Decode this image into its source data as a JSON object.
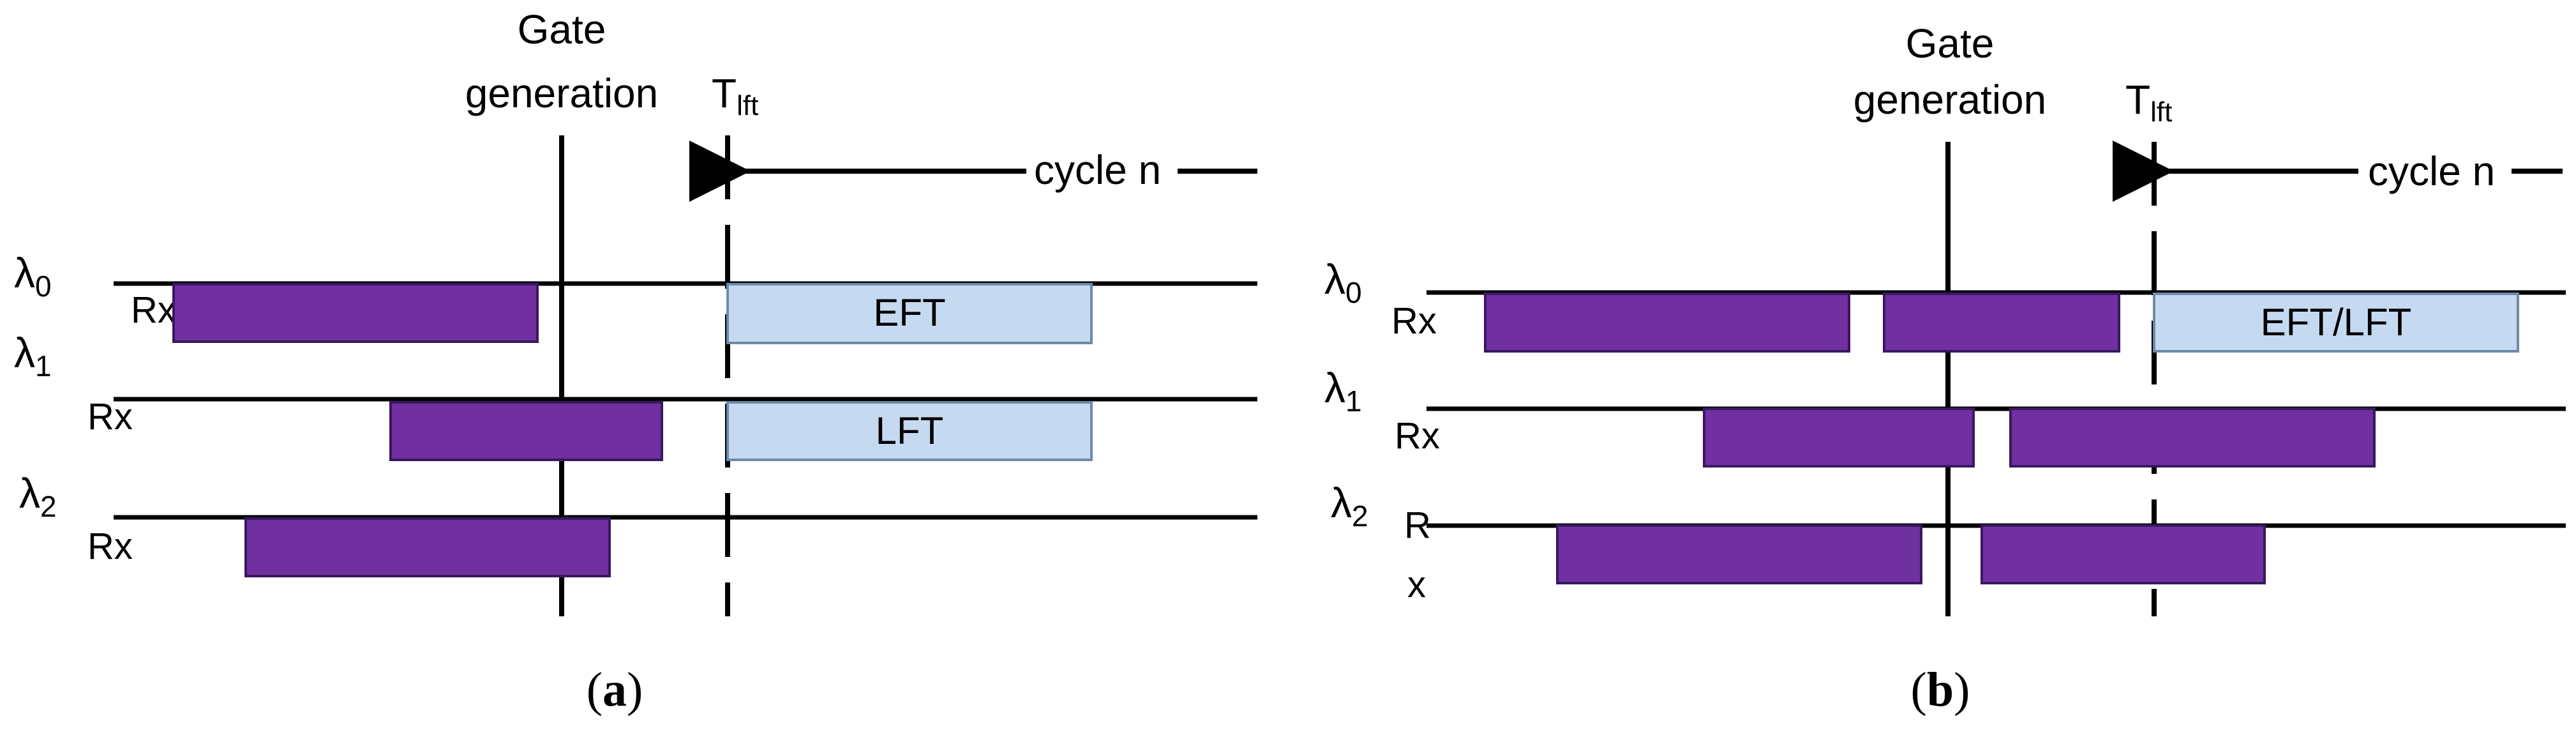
{
  "colors": {
    "rx_block": "#7030A0",
    "rx_block_border": "#3a1760",
    "light_block": "#C5D9F1",
    "light_block_border": "#6e8aa8",
    "line": "#000000"
  },
  "panel_a": {
    "gate_label": [
      "Gate",
      "generation"
    ],
    "t_label": "T",
    "t_sub": "lft",
    "cycle_label": "cycle n",
    "lambda0": "λ",
    "lambda0_sub": "0",
    "lambda1": "λ",
    "lambda1_sub": "1",
    "lambda2": "λ",
    "lambda2_sub": "2",
    "rx0": "Rx",
    "rx1": "Rx",
    "rx2": "Rx",
    "eft": "EFT",
    "lft": "LFT",
    "caption_open": "(",
    "caption_letter": "a",
    "caption_close": ")"
  },
  "panel_b": {
    "gate_label": [
      "Gate",
      "generation"
    ],
    "t_label": "T",
    "t_sub": "lft",
    "cycle_label": "cycle n",
    "lambda0": "λ",
    "lambda0_sub": "0",
    "lambda1": "λ",
    "lambda1_sub": "1",
    "lambda2": "λ",
    "lambda2_sub": "2",
    "rx0": "Rx",
    "rx1": "Rx",
    "rx2_top": "R",
    "rx2_bottom": "x",
    "eft_lft": "EFT/LFT",
    "caption_open": "(",
    "caption_letter": "b",
    "caption_close": ")"
  }
}
